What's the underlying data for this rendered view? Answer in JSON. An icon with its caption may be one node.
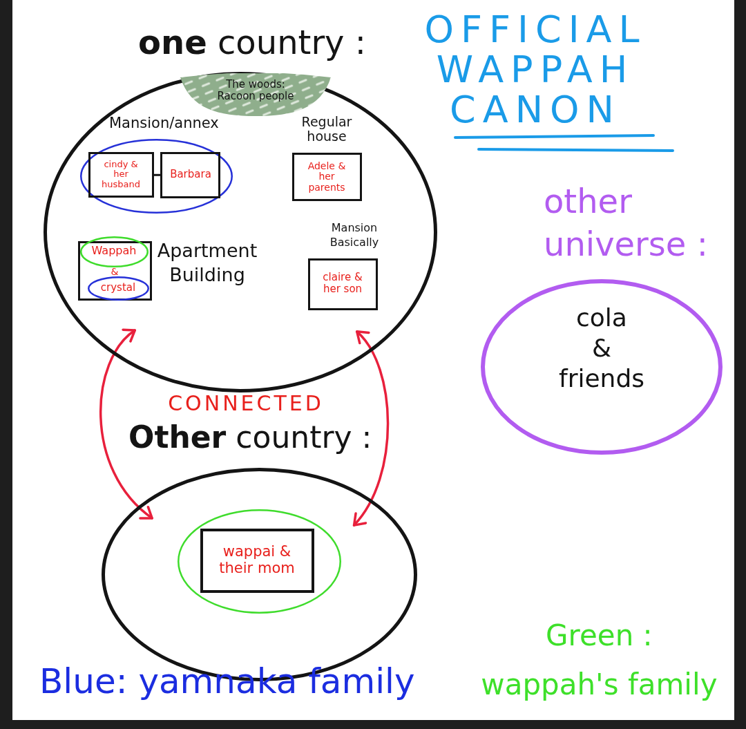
{
  "diagram": {
    "title": "OFFICIAL WAPPAH CANON",
    "nodes": [
      {
        "text": [
          "**one** country :"
        ]
      },
      {
        "text": [
          "The woods: Racoon people"
        ],
        "in": 0
      },
      {
        "text": [
          "Mansion/annex"
        ],
        "in": 0
      },
      {
        "text": [
          "cindy & her husband"
        ],
        "in": 2
      },
      {
        "text": [
          "Barbara"
        ],
        "in": 2
      },
      {
        "text": [
          "Regular house",
          "Adele & her parents"
        ],
        "in": 0
      },
      {
        "text": [
          "&"
        ],
        "beside": [
          "Apartment Building"
        ],
        "in": 0
      },
      {
        "text": [
          "Wappah"
        ],
        "in": 6
      },
      {
        "text": [
          "crystal"
        ],
        "in": 6
      },
      {
        "text": [
          "Mansion Basically",
          "claire & her son"
        ],
        "in": 0
      },
      {
        "text": [
          "**Other** country :"
        ]
      },
      {
        "text": [],
        "shape": "circle",
        "in": 10
      },
      {
        "text": [
          "wappai & their mom"
        ],
        "in": 11
      },
      {
        "text": [
          "other universe :",
          "cola & friends"
        ]
      }
    ],
    "edges": [
      {
        "from": 3,
        "to": 4,
        "arrow": "none",
        "color": "#141414"
      },
      {
        "from": 0,
        "to": 10,
        "arrow": "both",
        "color": "#e8203c"
      },
      {
        "from": 0,
        "to": 10,
        "arrow": "both",
        "color": "#e8203c"
      }
    ],
    "labels": [
      "CONNECTED"
    ],
    "legend": [
      {
        "text": "Blue: yamnaka family",
        "color": "#1b2de0"
      },
      {
        "text": "Green : wappah's family",
        "color": "#3ee02a"
      }
    ]
  }
}
